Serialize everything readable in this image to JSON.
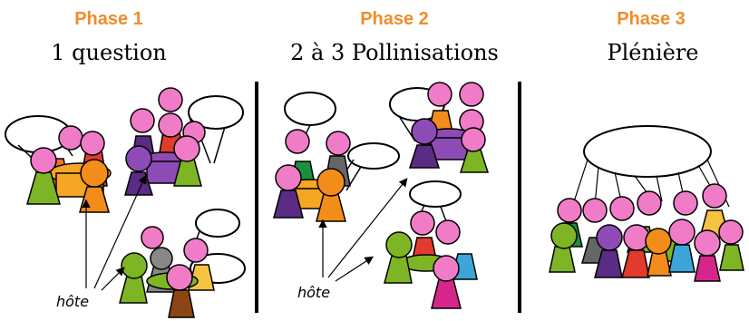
{
  "phases": [
    {
      "label": "Phase 1",
      "caption": "1 question"
    },
    {
      "label": "Phase 2",
      "caption": "2 à 3 Pollinisations"
    },
    {
      "label": "Phase 3",
      "caption": "Plénière"
    }
  ],
  "host_label": "hôte",
  "colors": {
    "accent": "#F28C28",
    "head": "#F07CC8",
    "bubble_fill": "#ffffff",
    "outline": "#000000"
  }
}
